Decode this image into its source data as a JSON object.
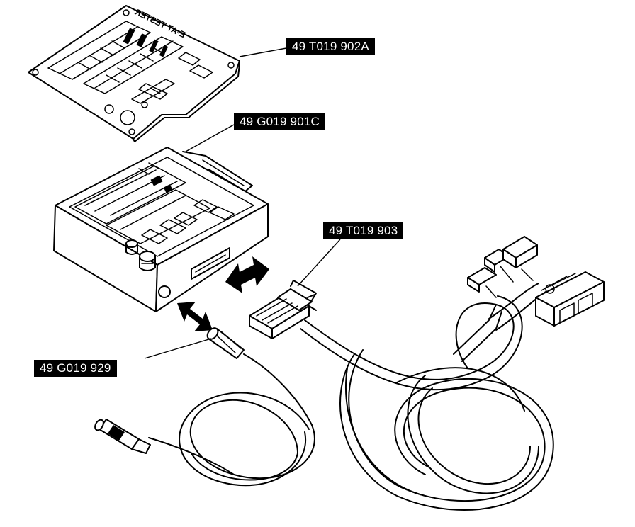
{
  "parts": {
    "overlay_sheet": "49 T019 902A",
    "tester_unit": "49 G019 901C",
    "harness_cable": "49 T019 903",
    "power_cable": "49 G019 929"
  },
  "overlay_print": "E-AT TESTER"
}
